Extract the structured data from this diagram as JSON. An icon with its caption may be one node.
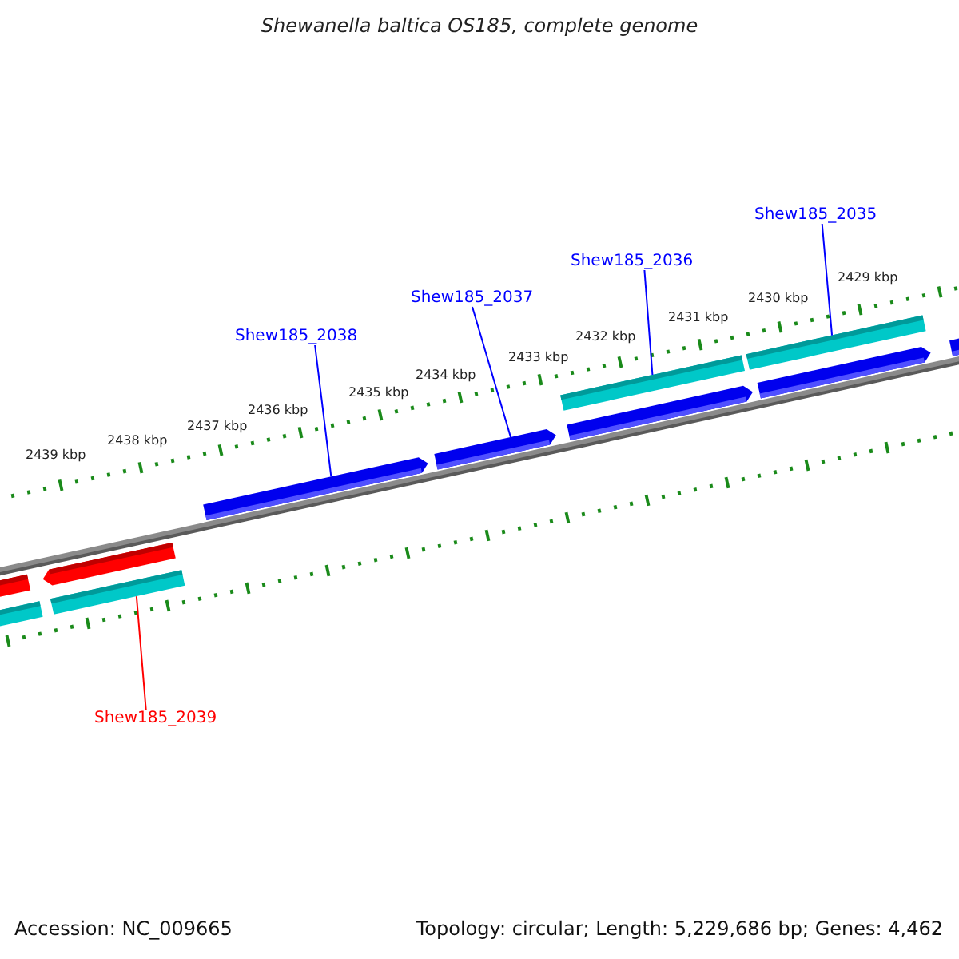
{
  "diagram": {
    "title": "Shewanella baltica OS185, complete genome",
    "nodes": [
      {
        "text": [
          "Shew185_2038"
        ]
      },
      {
        "text": [
          "Shew185_2037"
        ]
      },
      {
        "text": [
          "Shew185_2036"
        ]
      },
      {
        "text": [
          "Shew185_2035"
        ]
      },
      {
        "text": [
          "Shew185_2039"
        ]
      },
      {
        "text": [],
        "shape": "bar"
      },
      {
        "text": [],
        "shape": "bar"
      },
      {
        "text": [],
        "shape": "bar"
      },
      {
        "text": [],
        "shape": "bar"
      },
      {
        "text": [],
        "shape": "bar"
      }
    ],
    "edges": [
      {
        "from": 0,
        "to": 6,
        "arrow": "none"
      },
      {
        "from": 1,
        "to": 7,
        "arrow": "none"
      },
      {
        "from": 2,
        "to": 8,
        "arrow": "none"
      },
      {
        "from": 3,
        "to": 9,
        "arrow": "none"
      },
      {
        "from": 4,
        "to": 5,
        "arrow": "none",
        "color": "#ff0000"
      }
    ],
    "labels": [
      "2439 kbp",
      "2438 kbp",
      "2437 kbp",
      "2436 kbp",
      "2435 kbp",
      "2434 kbp",
      "2433 kbp",
      "2432 kbp",
      "2431 kbp",
      "2430 kbp",
      "2429 kbp",
      "Accession: NC_009665",
      "Topology: circular; Length: 5,229,686 bp; Genes: 4,462"
    ]
  }
}
